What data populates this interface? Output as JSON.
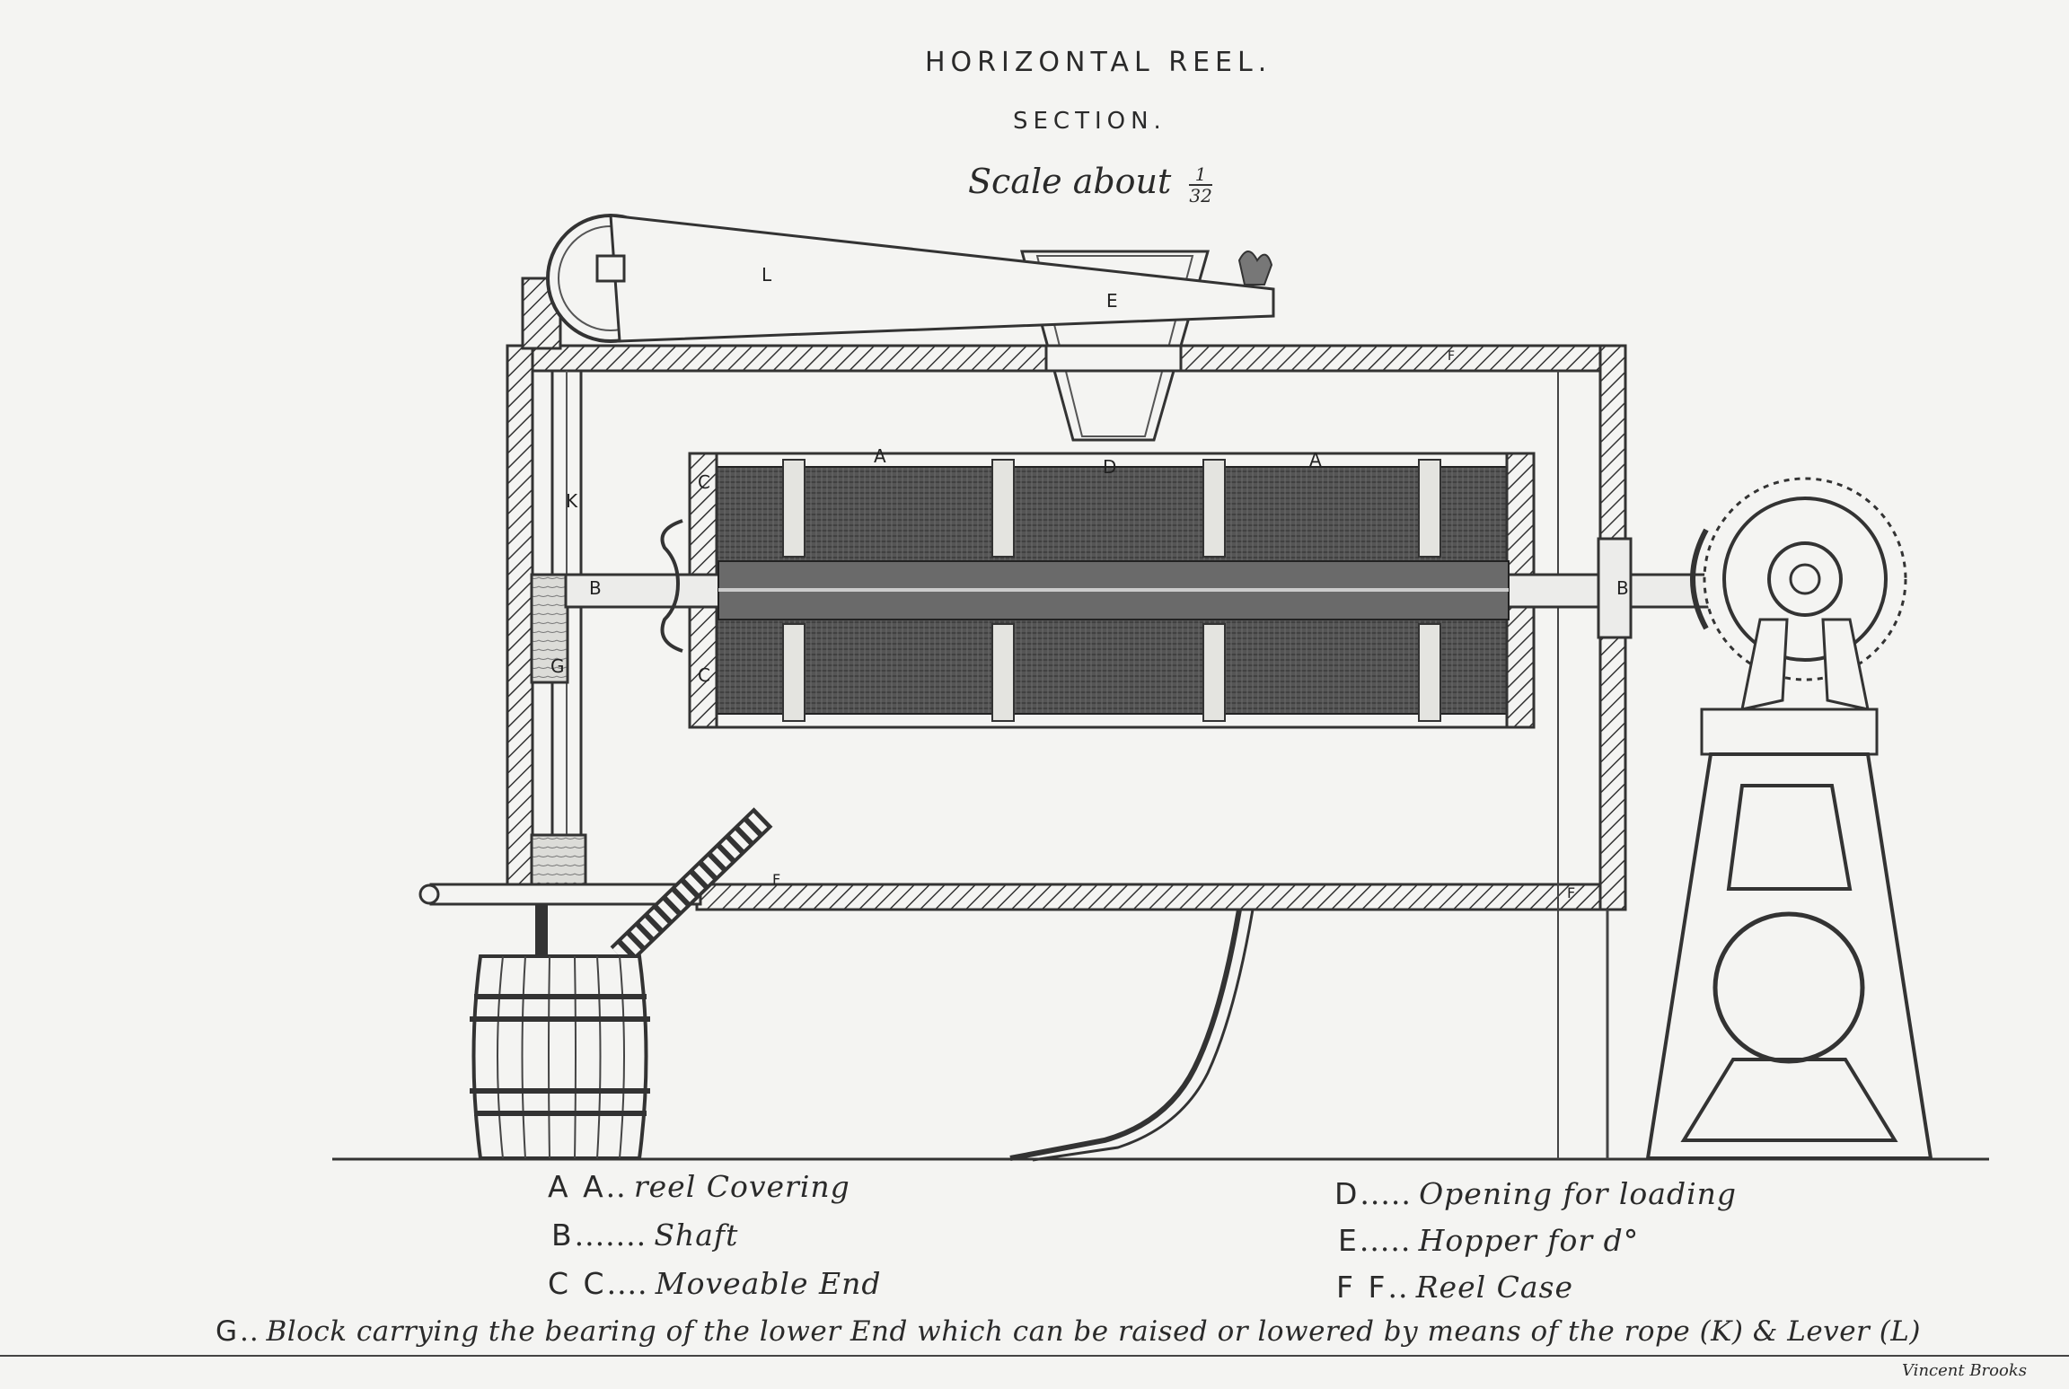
{
  "title": "HORIZONTAL REEL.",
  "subtitle": "SECTION.",
  "scale": {
    "prefix": "Scale about",
    "num": "1",
    "den": "32"
  },
  "part_labels": {
    "L": "L",
    "E": "E",
    "D": "D",
    "A": "A",
    "C": "C",
    "K": "K",
    "B": "B",
    "G": "G",
    "F": "F"
  },
  "legend": {
    "aa": {
      "key": "A A",
      "dots": "..",
      "desc": "reel   Covering"
    },
    "b": {
      "key": "B",
      "dots": ".......",
      "desc": "Shaft"
    },
    "cc": {
      "key": "C C",
      "dots": "....",
      "desc": "Moveable End"
    },
    "d": {
      "key": "D",
      "dots": ".....",
      "desc": "Opening  for  loading"
    },
    "e": {
      "key": "E",
      "dots": ".....",
      "desc": "Hopper  for  d°"
    },
    "ff": {
      "key": "F F",
      "dots": "..",
      "desc": "Reel   Case"
    },
    "g": {
      "key": "G",
      "dots": "..",
      "desc": "Block carrying   the bearing of the lower End which can be raised   or lowered by means of the rope (K) & Lever (L)"
    }
  },
  "imprint": "Vincent Brooks",
  "colors": {
    "paper": "#f4f4f2",
    "ink": "#2a2a2a",
    "fabric": "#4a4a4a"
  }
}
